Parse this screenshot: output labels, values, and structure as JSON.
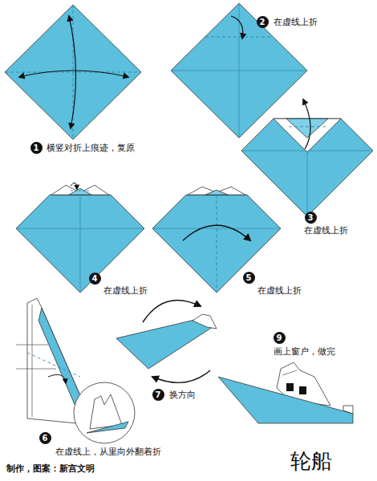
{
  "diagram": {
    "title": "轮船",
    "caption": "制作，图案：新宫文明",
    "nodes": [
      {
        "text": [
          "1"
        ]
      },
      {
        "text": [
          "2"
        ]
      },
      {
        "text": [
          "3"
        ]
      },
      {
        "text": [
          "4"
        ]
      },
      {
        "text": [
          "5"
        ]
      },
      {
        "text": [
          "6"
        ]
      },
      {
        "text": [
          "7"
        ]
      },
      {
        "text": [
          "9"
        ]
      }
    ],
    "labels": [
      "横竖对折上痕迹，复原",
      "在虚线上折",
      "在虚线上折",
      "在虚线上折",
      "在虚线上折",
      "在虚线上，从里向外翻着折",
      "换方向",
      "画上窗户，做完"
    ]
  }
}
